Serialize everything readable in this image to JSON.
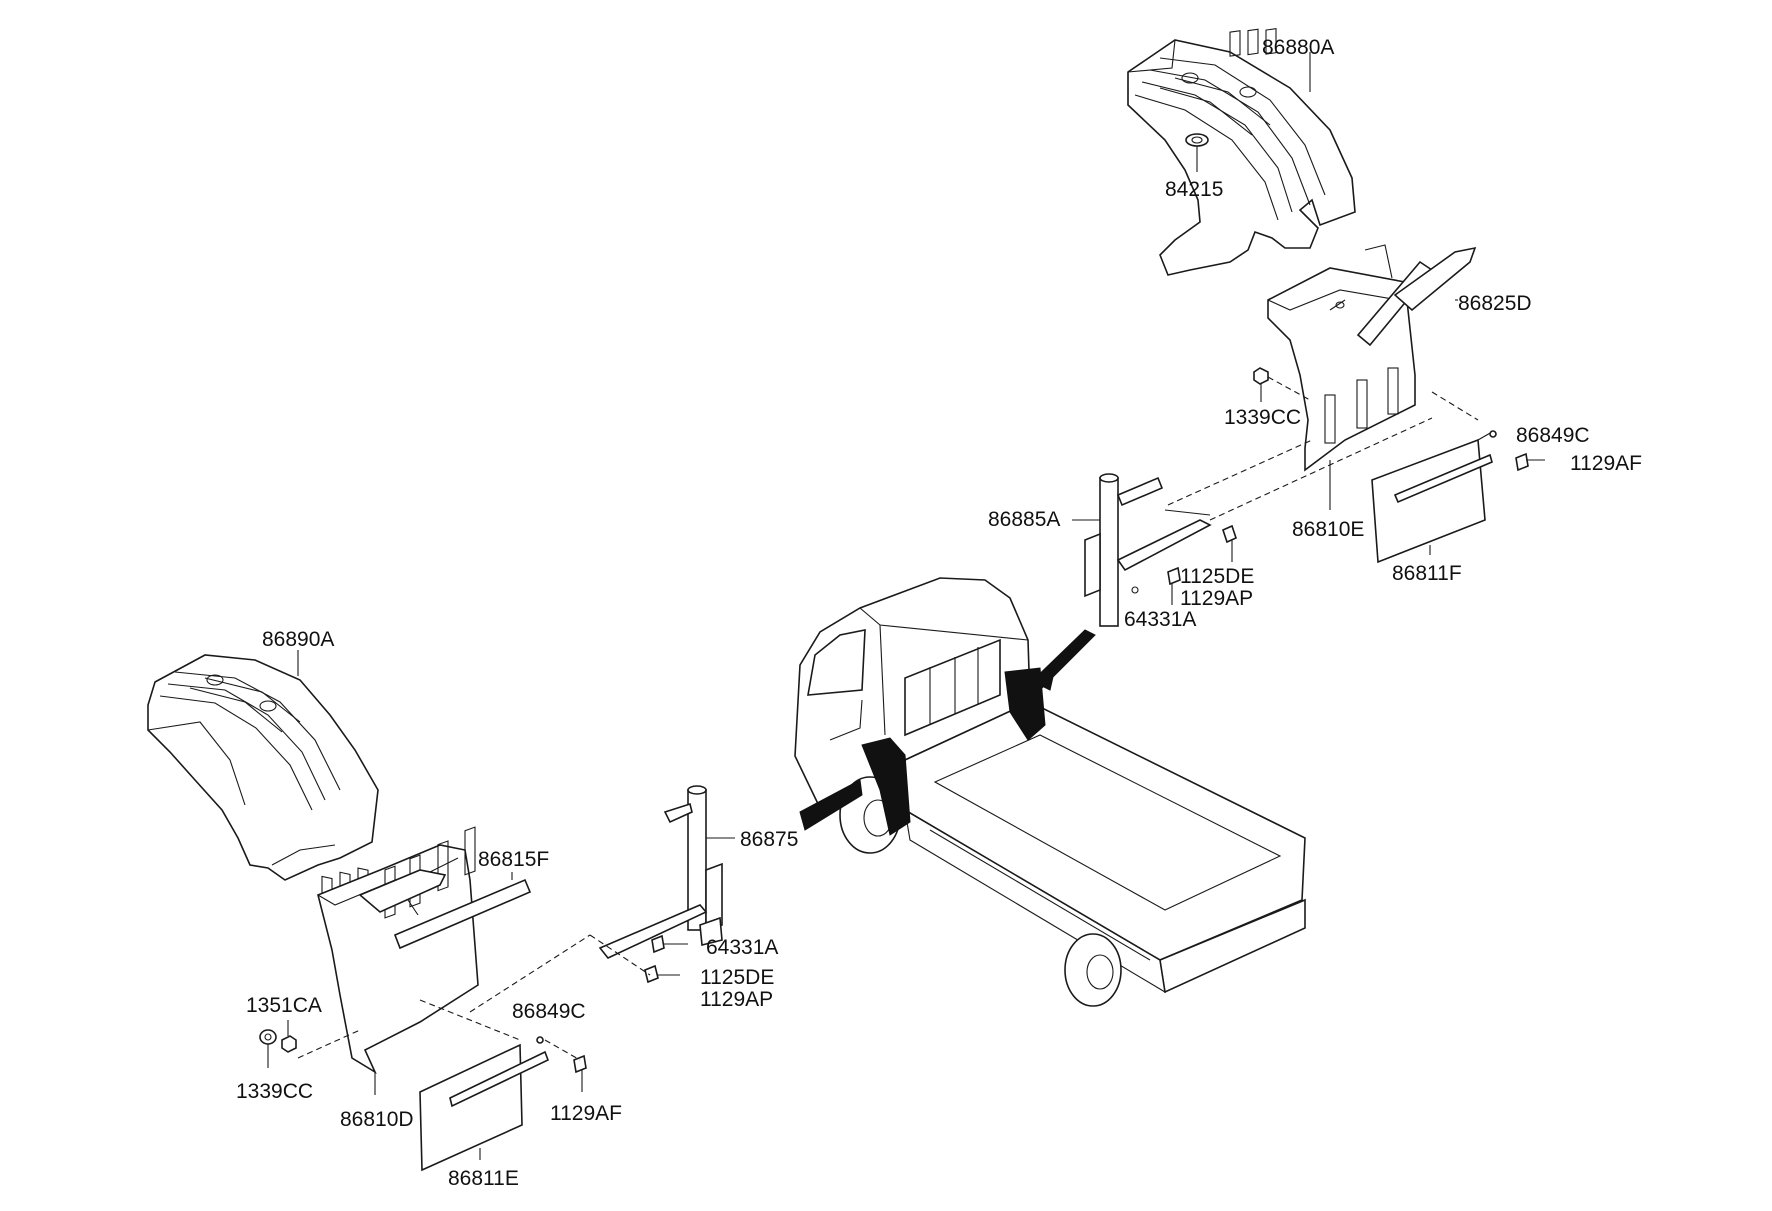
{
  "diagram": {
    "labels": {
      "p86880A": "86880A",
      "p84215": "84215",
      "p86825D": "86825D",
      "p1339CC_r": "1339CC",
      "p86849C_r": "86849C",
      "p1129AF_r": "1129AF",
      "p86885A": "86885A",
      "p86810E": "86810E",
      "p86811F": "86811F",
      "p1125DE_r": "1125DE",
      "p1129AP_r": "1129AP",
      "p64331A_r": "64331A",
      "p86890A": "86890A",
      "p86815F": "86815F",
      "p86875": "86875",
      "p64331A_l": "64331A",
      "p1125DE_l": "1125DE",
      "p1129AP_l": "1129AP",
      "p1351CA": "1351CA",
      "p86849C_l": "86849C",
      "p1339CC_l": "1339CC",
      "p86810D": "86810D",
      "p1129AF_l": "1129AF",
      "p86811E": "86811E"
    }
  }
}
